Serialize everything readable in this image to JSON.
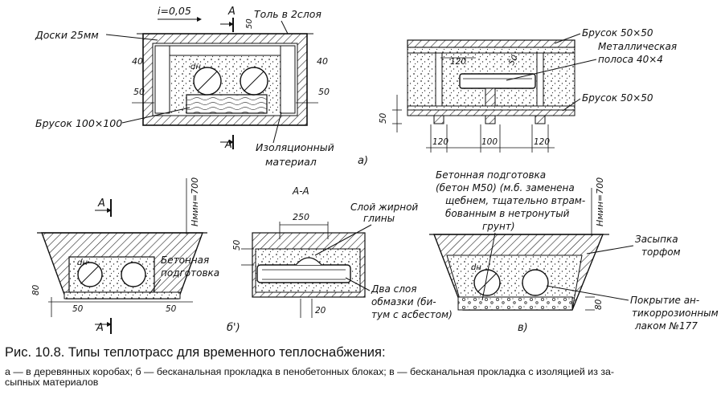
{
  "figure": {
    "labels": {
      "slope": "i=0,05",
      "boards": "Доски 25мм",
      "roofing": "Толь в 2слоя",
      "beam100": "Брусок 100×100",
      "insulation1": "Изоляционный",
      "insulation2": "материал",
      "bar50_top": "Брусок 50×50",
      "strip1": "Металлическая",
      "strip2": "полоса 40×4",
      "bar50_bottom": "Брусок 50×50",
      "concrete_b": "Бетонная",
      "concrete_b2": "подготовка",
      "section": "А-А",
      "grease1": "Слой жирной",
      "grease2": "глины",
      "coating1": "Два слоя",
      "coating2": "обмазки (би-",
      "coating3": "тум с асбестом)",
      "prep1": "Бетонная подготовка",
      "prep2": "(бетон М50) (м.б. заменена",
      "prep3": "щебнем, тщательно втрам-",
      "prep4": "бованным в нетронутый",
      "prep5": "грунт)",
      "peat1": "Засыпка",
      "peat2": "торфом",
      "anti1": "Покрытие ан-",
      "anti2": "тикоррозионным",
      "anti3": "лаком №177",
      "hmin": "Hмин=700",
      "dn": "dн",
      "cut": "А"
    },
    "dims": {
      "d40": "40",
      "d50": "50",
      "d80": "80",
      "d100": "100",
      "d120": "120",
      "d250": "250",
      "d20": "20"
    },
    "subfigures": {
      "a": "a)",
      "b": "б')",
      "v": "в)"
    }
  },
  "caption": {
    "title": "Рис. 10.8. Типы теплотрасс для временного теплоснабжения:",
    "line1": "а — в деревянных коробах; б — бесканальная прокладка в пенобетонных блоках; в — бесканальная прокладка с изоляцией из за-",
    "line2": "сыпных материалов"
  }
}
